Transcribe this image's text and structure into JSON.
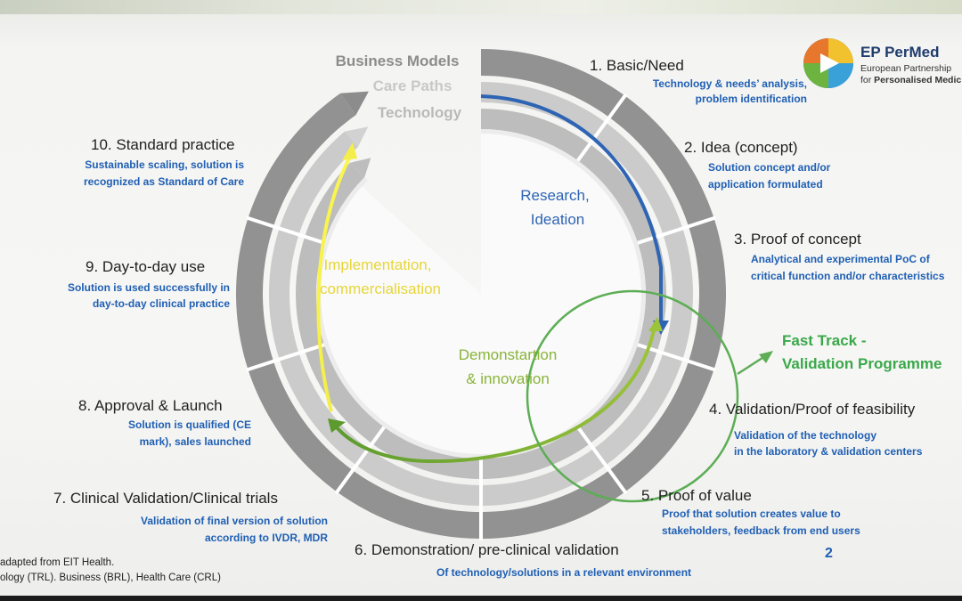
{
  "logo": {
    "name": "EP PerMed",
    "line1": "European Partnership",
    "line2_prefix": "for ",
    "line2_bold": "Personalised Medicine"
  },
  "layers": [
    {
      "label": "Business Models",
      "color": "#8c8c8c"
    },
    {
      "label": "Care Paths",
      "color": "#c8c8c8"
    },
    {
      "label": "Technology",
      "color": "#b9b9b9"
    }
  ],
  "stages": [
    {
      "title": "1. Basic/Need",
      "desc": [
        "Technology & needs’ analysis,",
        "problem identification"
      ]
    },
    {
      "title": "2. Idea (concept)",
      "desc": [
        "Solution concept and/or",
        "application formulated"
      ]
    },
    {
      "title": "3. Proof of concept",
      "desc": [
        "Analytical and experimental PoC of",
        "critical function and/or characteristics"
      ]
    },
    {
      "title": "4. Validation/Proof of feasibility",
      "desc": [
        "Validation of the technology",
        "in the laboratory & validation centers"
      ]
    },
    {
      "title": "5. Proof of value",
      "desc": [
        "Proof that solution creates value to",
        "stakeholders, feedback from end users"
      ]
    },
    {
      "title": "6. Demonstration/ pre-clinical validation",
      "desc": [
        "Of technology/solutions in a relevant environment"
      ]
    },
    {
      "title": "7. Clinical Validation/Clinical trials",
      "desc": [
        "Validation of final version of solution",
        "according to IVDR, MDR"
      ]
    },
    {
      "title": "8. Approval & Launch",
      "desc": [
        "Solution is qualified (CE",
        "mark), sales launched"
      ]
    },
    {
      "title": "9. Day-to-day use",
      "desc": [
        "Solution is used successfully in",
        "day-to-day clinical practice"
      ]
    },
    {
      "title": "10. Standard practice",
      "desc": [
        "Sustainable scaling, solution is",
        "recognized as Standard of Care"
      ]
    }
  ],
  "phases": [
    {
      "lines": [
        "Research,",
        "Ideation"
      ],
      "color": "#2e64b4"
    },
    {
      "lines": [
        "Demonstartion",
        "& innovation"
      ],
      "color": "#8ab43a"
    },
    {
      "lines": [
        "Implementation,",
        "commercialisation"
      ],
      "color": "#e6d63a"
    }
  ],
  "fast_track": {
    "line1": "Fast Track  -",
    "line2": "Validation Programme",
    "color": "#3aa84a"
  },
  "footnote": {
    "line1": "adapted from EIT Health.",
    "line2": "ology (TRL). Business (BRL), Health Care (CRL)"
  },
  "page_number": "2"
}
